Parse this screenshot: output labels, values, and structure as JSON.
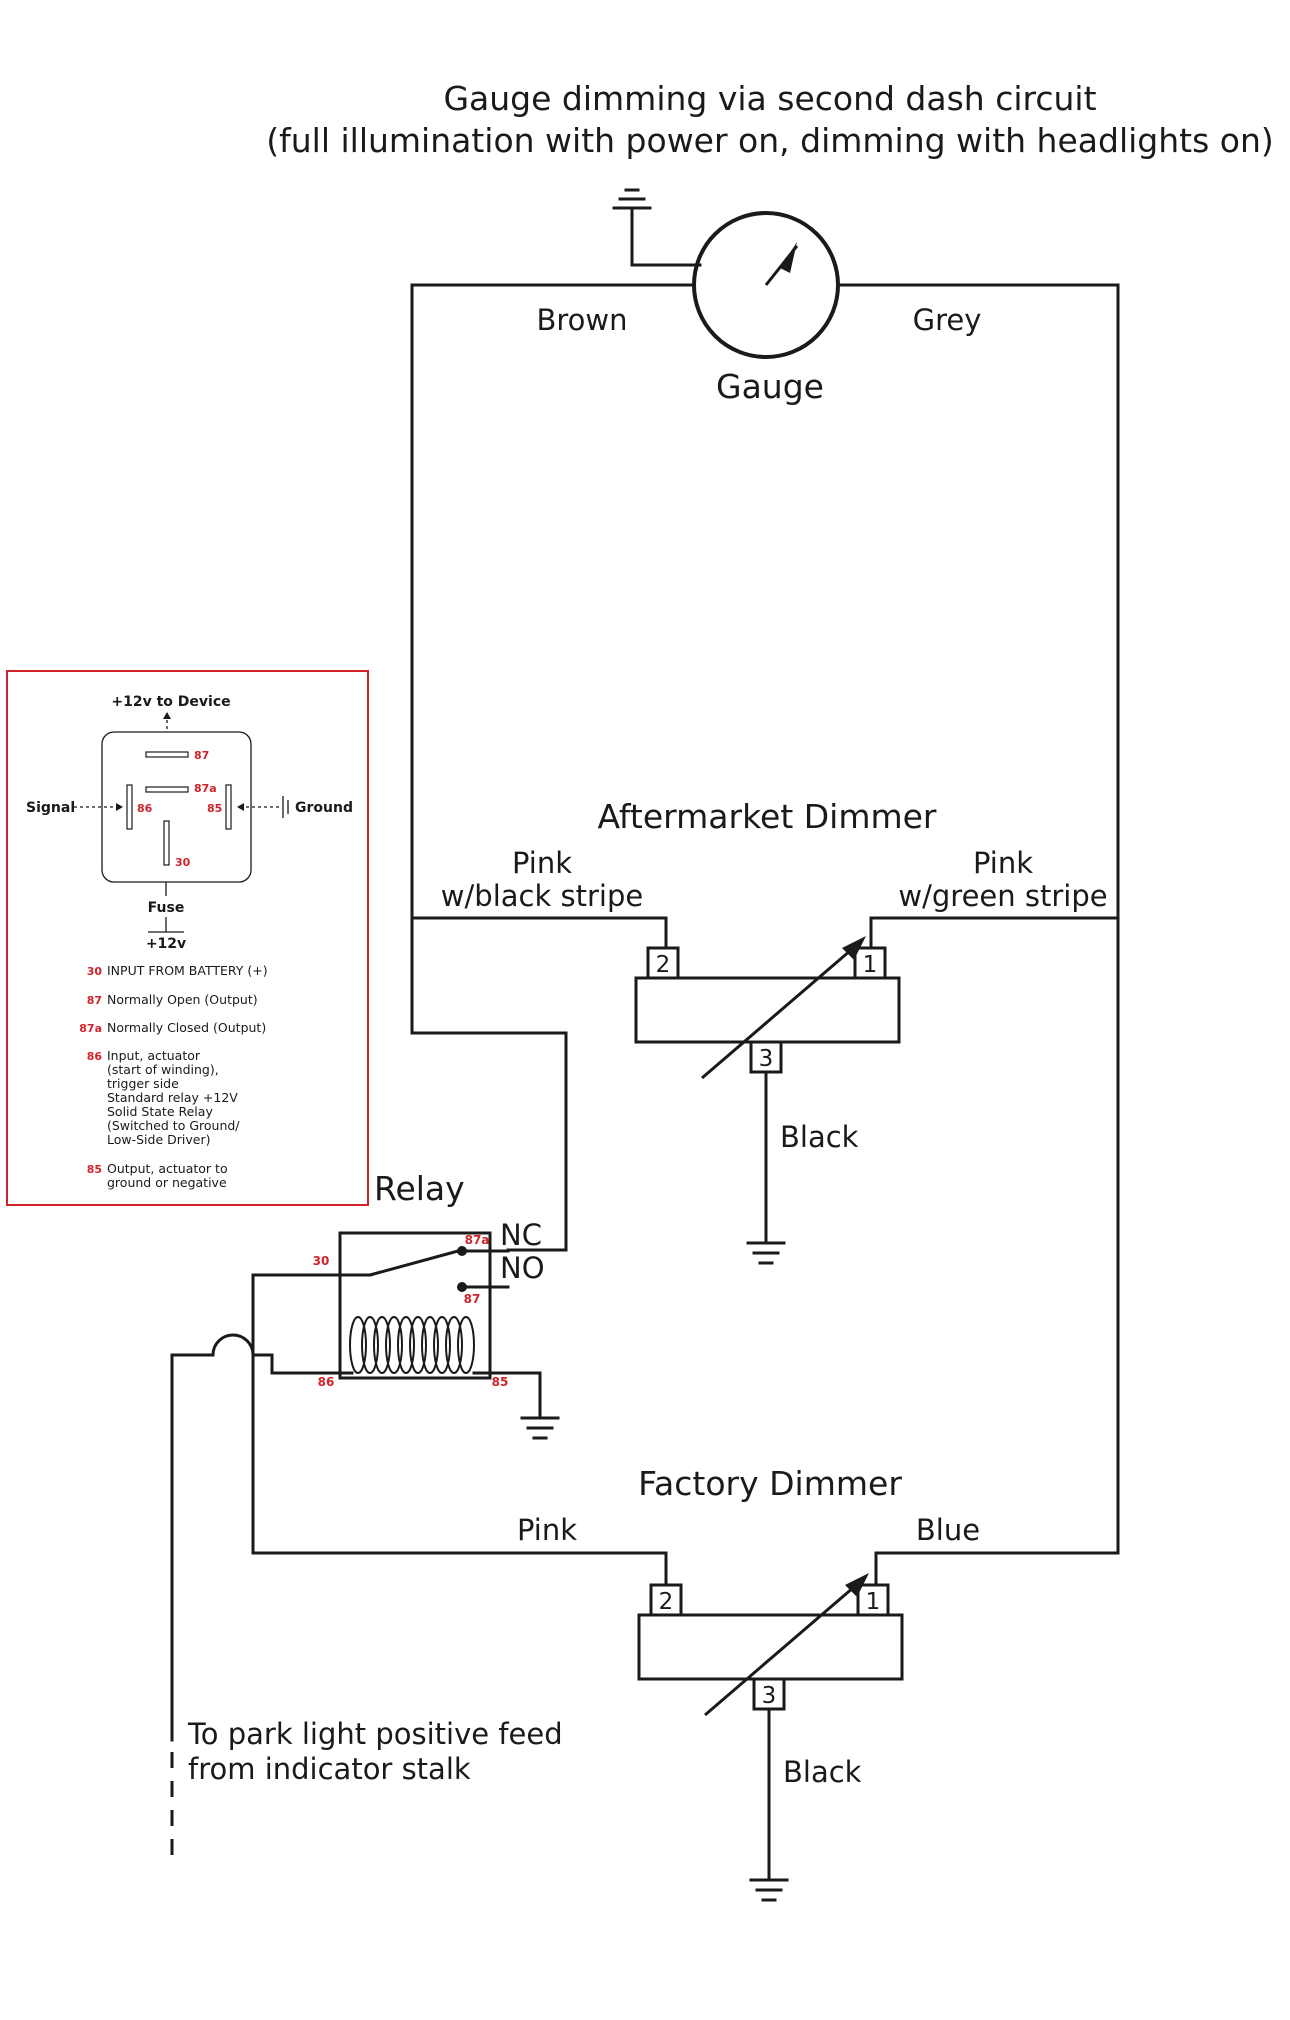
{
  "title": {
    "line1": "Gauge dimming via second dash circuit",
    "line2": "(full illumination with power on, dimming with headlights on)"
  },
  "gauge": {
    "label": "Gauge",
    "wire_left": "Brown",
    "wire_right": "Grey"
  },
  "aftermarket_dimmer": {
    "title": "Aftermarket Dimmer",
    "wire_left_line1": "Pink",
    "wire_left_line2": "w/black stripe",
    "wire_right_line1": "Pink",
    "wire_right_line2": "w/green stripe",
    "pin_left": "2",
    "pin_right": "1",
    "pin_bottom": "3",
    "ground_wire": "Black"
  },
  "relay": {
    "label": "Relay",
    "nc_label": "NC",
    "no_label": "NO",
    "pin_30": "30",
    "pin_87a": "87a",
    "pin_87": "87",
    "pin_86": "86",
    "pin_85": "85"
  },
  "factory_dimmer": {
    "title": "Factory Dimmer",
    "wire_left": "Pink",
    "wire_right": "Blue",
    "pin_left": "2",
    "pin_right": "1",
    "pin_bottom": "3",
    "ground_wire": "Black"
  },
  "feed_note": {
    "line1": "To park light positive feed",
    "line2": "from indicator stalk"
  },
  "legend": {
    "top": "+12v to Device",
    "signal": "Signal",
    "ground": "Ground",
    "fuse": "Fuse",
    "bottom": "+12v",
    "pin_87": "87",
    "pin_87a": "87a",
    "pin_86": "86",
    "pin_85": "85",
    "pin_30": "30",
    "entries": [
      {
        "pin": "30",
        "lines": [
          "INPUT FROM BATTERY (+)"
        ]
      },
      {
        "pin": "87",
        "lines": [
          "Normally Open (Output)"
        ]
      },
      {
        "pin": "87a",
        "lines": [
          "Normally Closed (Output)"
        ]
      },
      {
        "pin": "86",
        "lines": [
          "Input, actuator",
          "(start of winding),",
          "trigger side",
          "Standard relay +12V",
          "Solid State Relay",
          "(Switched to Ground/",
          "Low-Side Driver)"
        ]
      },
      {
        "pin": "85",
        "lines": [
          "Output, actuator to",
          "ground or negative"
        ]
      }
    ]
  },
  "colors": {
    "wire": "#1a1a1a",
    "accent_red": "#d0232a"
  }
}
